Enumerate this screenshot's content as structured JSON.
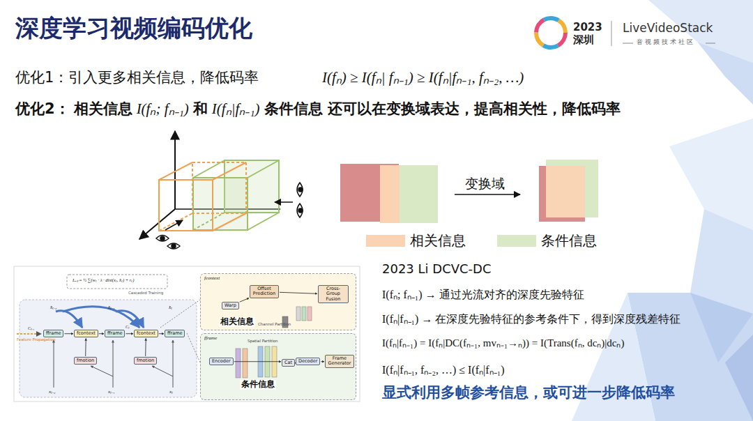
{
  "diagram": {
    "title": "深度学习视频编码优化",
    "nodes": [
      {
        "text": [
          "fframe"
        ]
      },
      {
        "text": [
          "fcontext"
        ]
      },
      {
        "text": [
          "fmotion"
        ]
      },
      {
        "text": [
          "fframe"
        ]
      },
      {
        "text": [
          "fcontext"
        ]
      },
      {
        "text": [
          "fmotion"
        ]
      },
      {
        "text": [
          "fframe"
        ]
      },
      {
        "text": [
          "fcontext",
          "相关信息"
        ]
      },
      {
        "text": [
          "Warp"
        ],
        "in": 7
      },
      {
        "text": [
          "Offset Prediction"
        ],
        "in": 7
      },
      {
        "text": [
          "Cross-Group Fusion"
        ],
        "in": 7
      },
      {
        "text": [
          "fframe",
          "条件信息"
        ]
      },
      {
        "text": [
          "Encoder"
        ],
        "in": 11
      },
      {
        "text": [
          "Cat"
        ],
        "in": 11
      },
      {
        "text": [
          "Decoder"
        ],
        "in": 11
      },
      {
        "text": [
          "Frame Generator"
        ],
        "in": 11
      }
    ],
    "edges": [
      {
        "from": 0,
        "to": 1,
        "arrow": "to"
      },
      {
        "from": 1,
        "to": 3,
        "arrow": "to"
      },
      {
        "from": 3,
        "to": 4,
        "arrow": "to"
      },
      {
        "from": 4,
        "to": 6,
        "arrow": "to"
      },
      {
        "from": 2,
        "to": 1,
        "arrow": "to"
      },
      {
        "from": 5,
        "to": 4,
        "arrow": "to"
      },
      {
        "from": 8,
        "to": 9,
        "arrow": "to"
      },
      {
        "from": 9,
        "to": 10,
        "arrow": "to"
      },
      {
        "from": 12,
        "to": 13,
        "arrow": "to"
      },
      {
        "from": 13,
        "to": 14,
        "arrow": "to"
      },
      {
        "from": 14,
        "to": 15,
        "arrow": "to"
      }
    ],
    "labels": [
      "2023",
      "深圳",
      "LiveVideoStack",
      "音视频技术社区",
      "优化1：引入更多相关信息，降低码率",
      "I(fₙ) ≥ I(fₙ| fₙ₋₁) ≥ I(fₙ|fₙ₋₁, fₙ₋₂, …)",
      "优化2：",
      "相关信息",
      "I(fₙ; fₙ₋₁)",
      "和",
      "I(fₙ|fₙ₋₁)",
      "条件信息 还可以在变换域表达，提高相关性，降低码率",
      "变换域",
      "2023 Li DCVC-DC",
      "I(fₙ; fₙ₋₁) → 通过光流对齐的深度先验特征",
      "I(fₙ|fₙ₋₁) → 在深度先验特征的参考条件下，得到深度残差特征",
      "I(fₙ|fₙ₋₁) = I(fₙ|DC(fₙ₋₁, mvₙ₋₁→ₙ)) = I(Trans(fₙ, dcₙ)|dcₙ)",
      "I(fₙ|fₙ₋₁, fₙ₋₂, …) ≤ I(fₙ|fₙ₋₁)",
      "显式利用多帧参考信息，或可进一步降低码率",
      "Lₐₗₗ = ½ ∑(wₜ · λ · dist(xₜ, x̂ₜ) + rₜ)",
      "Cascaded Training",
      "Feature Propagation",
      "x̂ₜ₋₂",
      "x̂ₜ₋₁",
      "x̂ₜ",
      "xₜ₋₂",
      "xₜ₋₁",
      "xₜ",
      "Channel Partition",
      "Spatial Partition",
      "Cₜ₋₁",
      "Cₜ"
    ],
    "legend": [
      {
        "text": "相关信息",
        "color": "#fcd3b2"
      },
      {
        "text": "条件信息",
        "color": "#d9e8c5"
      }
    ]
  }
}
